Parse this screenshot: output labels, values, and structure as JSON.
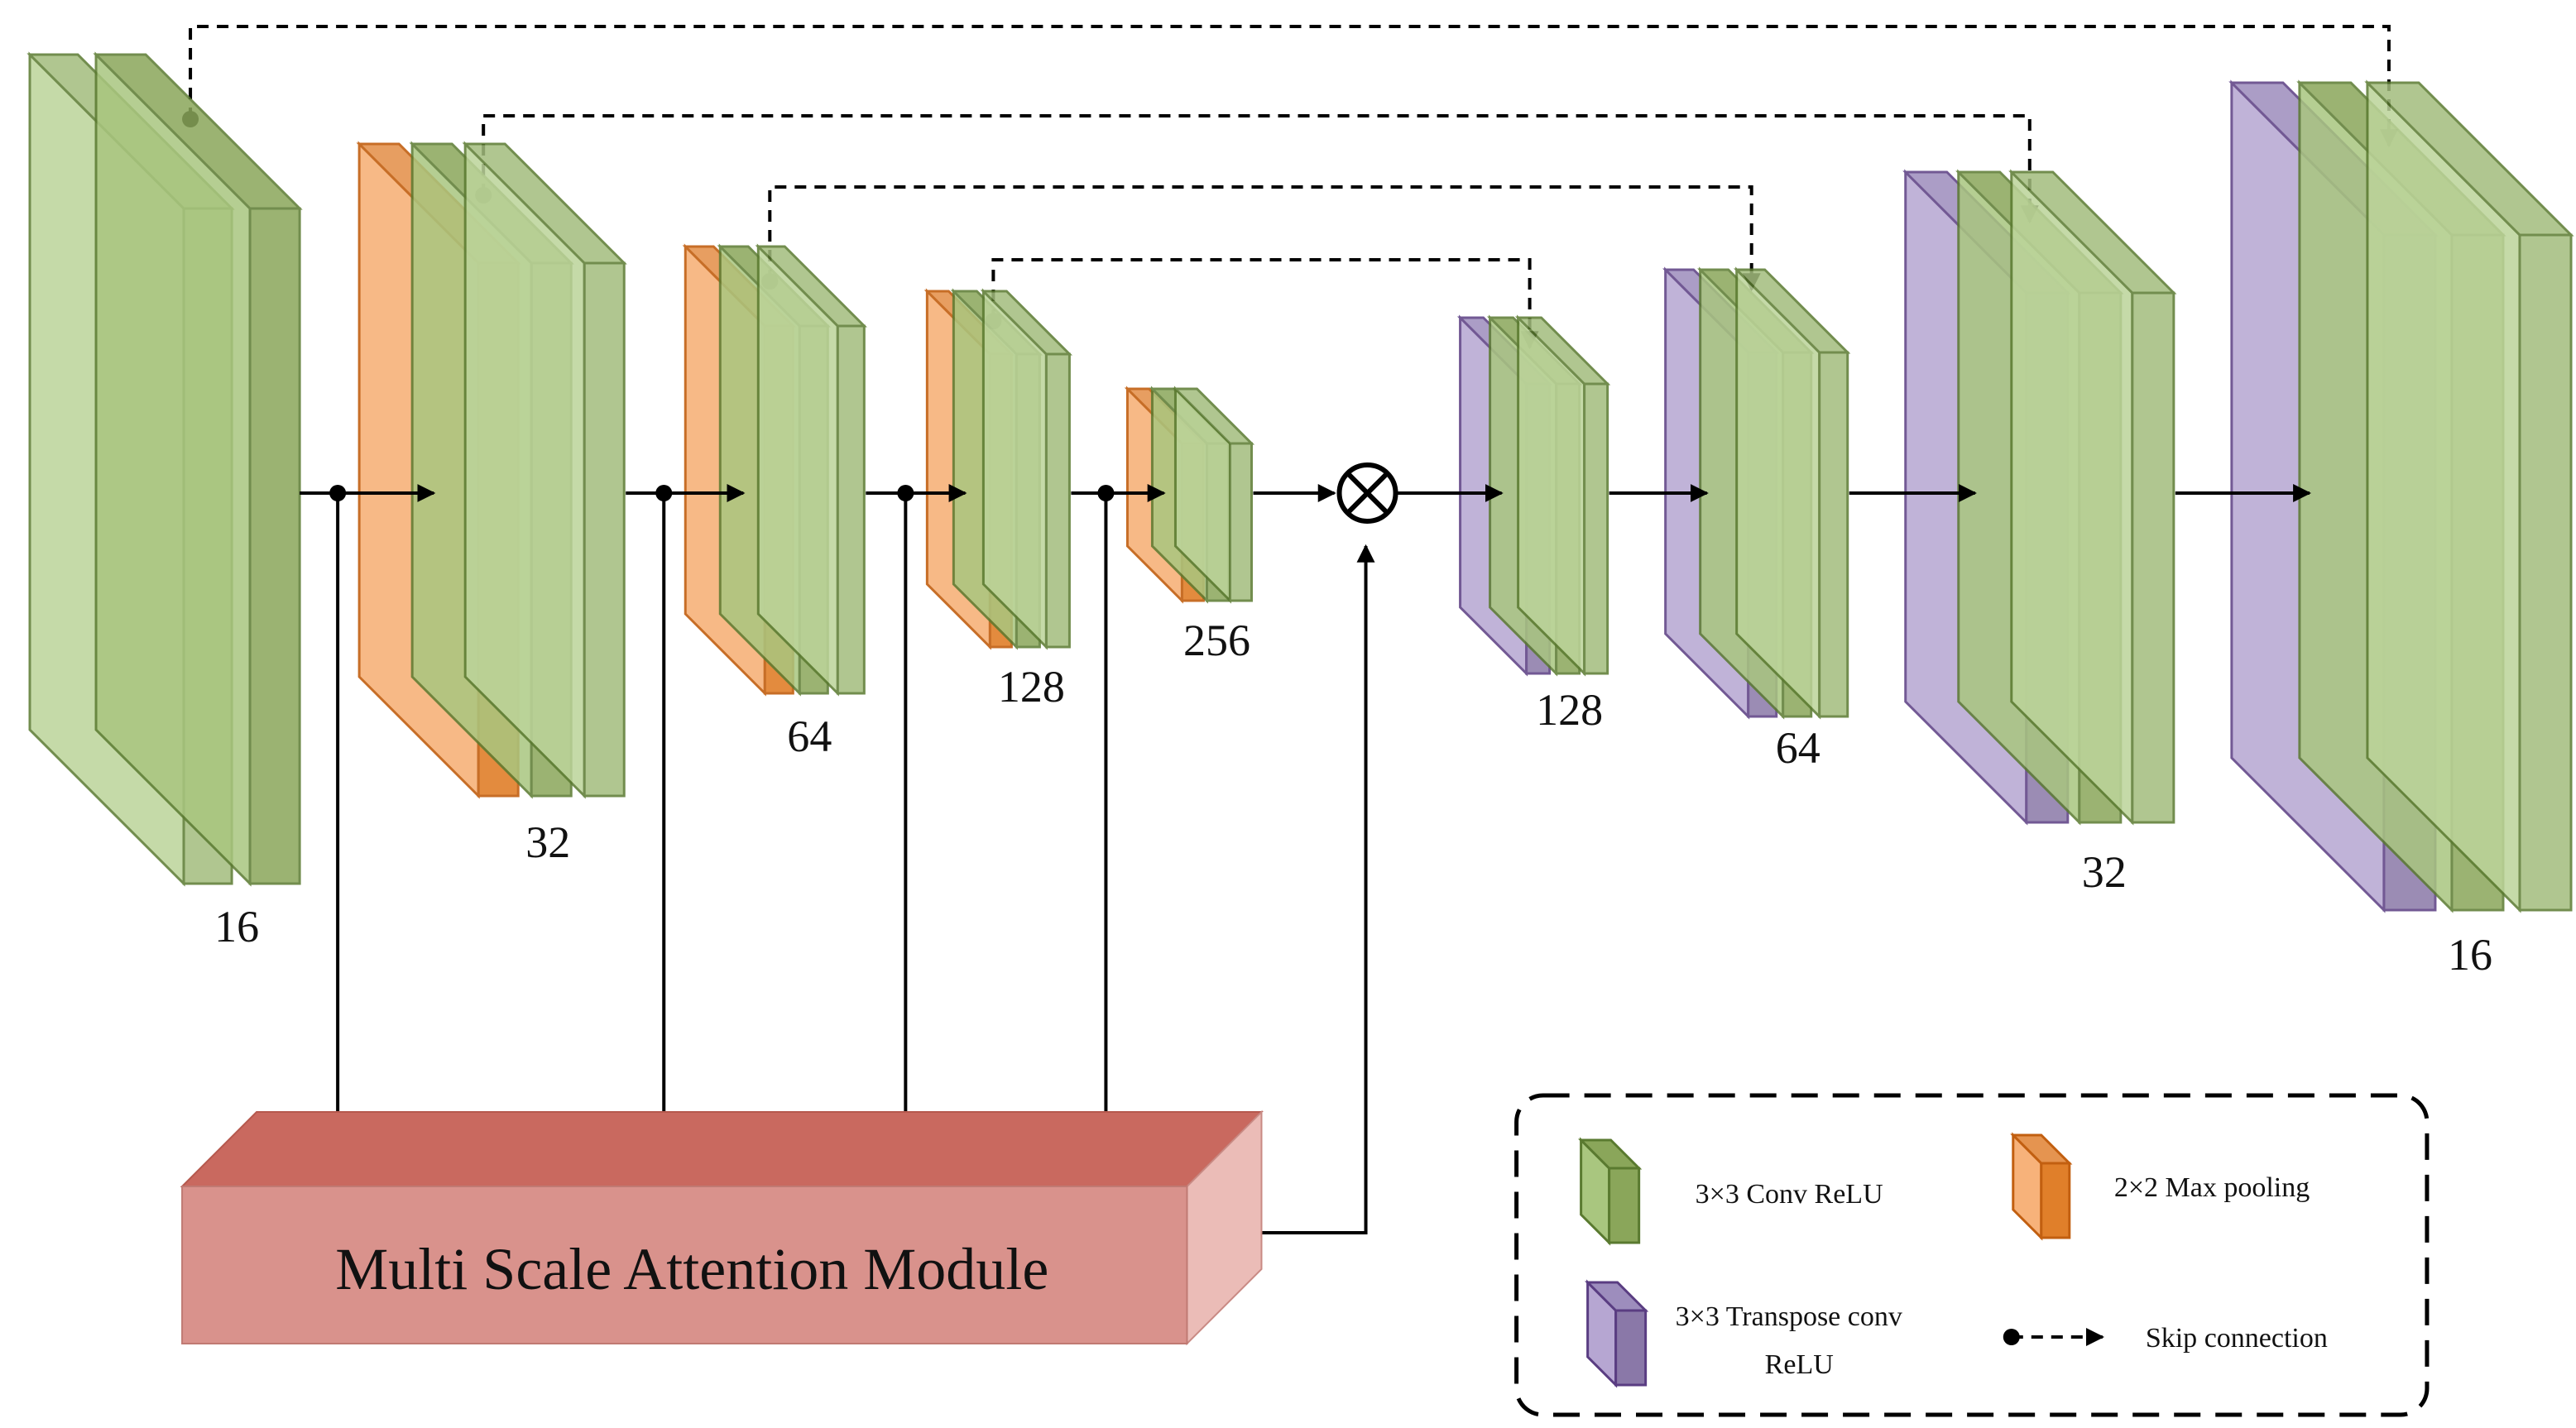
{
  "encoder": {
    "stages": [
      {
        "channels": "16"
      },
      {
        "channels": "32"
      },
      {
        "channels": "64"
      },
      {
        "channels": "128"
      },
      {
        "channels": "256"
      }
    ]
  },
  "decoder": {
    "stages": [
      {
        "channels": "128"
      },
      {
        "channels": "64"
      },
      {
        "channels": "32"
      },
      {
        "channels": "16"
      }
    ]
  },
  "attention_module": {
    "label": "Multi Scale Attention Module"
  },
  "fusion_operator": {
    "symbol": "⊗",
    "icon": "multiply-circle-icon"
  },
  "legend": {
    "conv": "3×3 Conv ReLU",
    "pool": "2×2 Max pooling",
    "transpose_line1": "3×3 Transpose conv",
    "transpose_line2": "ReLU",
    "skip": "Skip connection"
  },
  "colors": {
    "conv_front": "#a9c67f",
    "conv_side": "#8aa65a",
    "conv_edge": "#5a7a30",
    "pool_front": "#f7b27a",
    "pool_side": "#e07f2a",
    "pool_edge": "#c25f10",
    "tconv_front": "#b6a6d2",
    "tconv_side": "#8a78a8",
    "tconv_edge": "#5a3d82",
    "attention_front": "#d9928c",
    "attention_top": "#c9695f",
    "attention_side": "#ebbcb7"
  }
}
